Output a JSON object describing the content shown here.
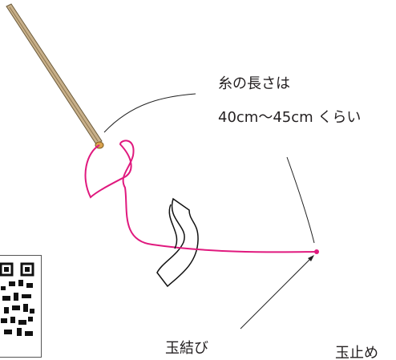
{
  "labels": {
    "thread_title": "糸の長さは",
    "thread_length": "40cm〜45cm くらい",
    "knot": "玉結び",
    "knot_finish": "玉止め"
  },
  "colors": {
    "thread": "#e0197e",
    "needle": "#b89a6a",
    "leader": "#222222"
  }
}
